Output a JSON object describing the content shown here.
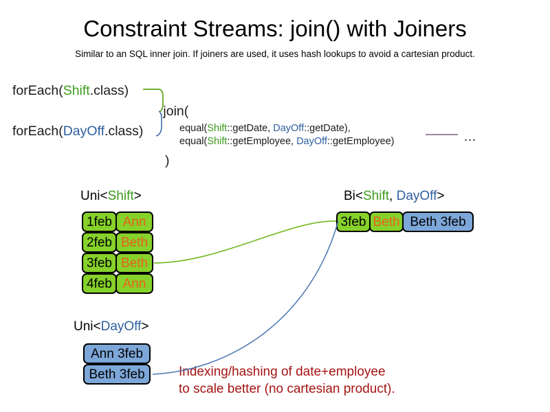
{
  "header": {
    "title": "Constraint Streams: join() with Joiners",
    "subtitle": "Similar to an SQL inner join. If joiners are used, it uses hash lookups to avoid a cartesian product."
  },
  "code": {
    "foreach_shift": {
      "prefix": "forEach(",
      "type": "Shift",
      "suffix": ".class)"
    },
    "foreach_dayoff": {
      "prefix": "forEach(",
      "type": "DayOff",
      "suffix": ".class)"
    },
    "join_open": ".join(",
    "join_close": ")",
    "args": [
      {
        "prefix": "equal(",
        "left_type": "Shift",
        "left_method": "::getDate, ",
        "right_type": "DayOff",
        "right_method": "::getDate),"
      },
      {
        "prefix": "equal(",
        "left_type": "Shift",
        "left_method": "::getEmployee, ",
        "right_type": "DayOff",
        "right_method": "::getEmployee)"
      }
    ],
    "ellipsis": "…"
  },
  "streams": {
    "uni_shift": {
      "label_prefix": "Uni<",
      "label_type": "Shift",
      "label_suffix": ">",
      "columns": [
        "date",
        "employee"
      ],
      "rows": [
        {
          "date": "1feb",
          "employee": "Ann"
        },
        {
          "date": "2feb",
          "employee": "Beth"
        },
        {
          "date": "3feb",
          "employee": "Beth"
        },
        {
          "date": "4feb",
          "employee": "Ann"
        }
      ]
    },
    "uni_dayoff": {
      "label_prefix": "Uni<",
      "label_type": "DayOff",
      "label_suffix": ">",
      "rows": [
        {
          "value": "Ann 3feb"
        },
        {
          "value": "Beth 3feb"
        }
      ]
    },
    "bi": {
      "label_prefix": "Bi<",
      "label_type_a": "Shift",
      "label_sep": ", ",
      "label_type_b": "DayOff",
      "label_suffix": ">",
      "row": {
        "date": "3feb",
        "employee": "Beth",
        "dayoff": "Beth 3feb"
      }
    }
  },
  "annotation": {
    "line1": "Indexing/hashing of date+employee",
    "line2": "to scale better (no cartesian product)."
  },
  "colors": {
    "shift_green": "#3c9a1e",
    "dayoff_blue": "#2e5f9e",
    "box_green": "#86d12a",
    "box_blue": "#7da7d9",
    "employee_orange": "#e8601c",
    "annotation_red": "#a51414",
    "connector_green": "#5aa814",
    "connector_blue": "#4a77b4",
    "rule_purple": "#7a5f86"
  }
}
